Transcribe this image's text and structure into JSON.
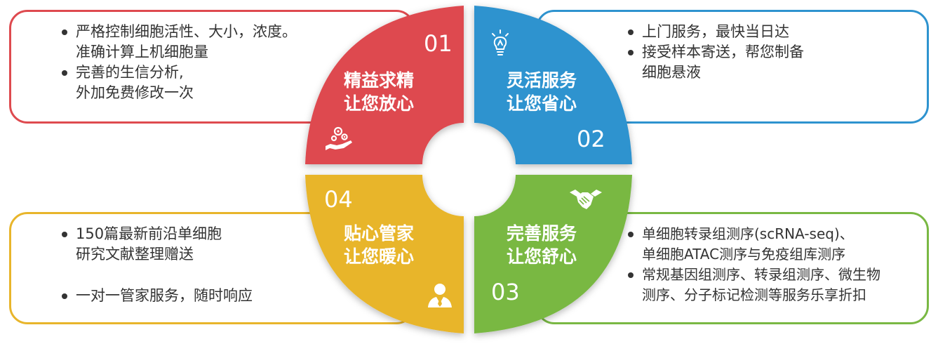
{
  "colors": {
    "red": "#de4a4f",
    "blue": "#2e93cf",
    "gold": "#e8b52b",
    "green": "#79b843",
    "text": "#333333"
  },
  "quadrants": [
    {
      "id": "top-left",
      "number": "01",
      "title_line1": "精益求精",
      "title_line2": "让您放心",
      "icon": "gears-in-hand-icon",
      "bullets": [
        {
          "line1": "严格控制细胞活性、大小，浓度。",
          "line2": "准确计算上机细胞量"
        },
        {
          "line1": "完善的生信分析,",
          "line2": "外加免费修改一次"
        }
      ]
    },
    {
      "id": "top-right",
      "number": "02",
      "title_line1": "灵活服务",
      "title_line2": "让您省心",
      "icon": "lightbulb-icon",
      "bullets": [
        {
          "line1": "上门服务，最快当日达",
          "line2": ""
        },
        {
          "line1": "接受样本寄送，帮您制备",
          "line2": "细胞悬液"
        }
      ]
    },
    {
      "id": "bottom-left",
      "number": "04",
      "title_line1": "贴心管家",
      "title_line2": "让您暖心",
      "icon": "person-icon",
      "bullets": [
        {
          "line1": "150篇最新前沿单细胞",
          "line2": "研究文献整理赠送"
        },
        {
          "line1": "一对一管家服务，随时响应",
          "line2": ""
        }
      ]
    },
    {
      "id": "bottom-right",
      "number": "03",
      "title_line1": "完善服务",
      "title_line2": "让您舒心",
      "icon": "handshake-icon",
      "bullets": [
        {
          "line1": "单细胞转录组测序(scRNA-seq)、",
          "line2": "单细胞ATAC测序与免疫组库测序"
        },
        {
          "line1": "常规基因组测序、转录组测序、微生物",
          "line2": "测序、分子标记检测等服务乐享折扣"
        }
      ]
    }
  ]
}
